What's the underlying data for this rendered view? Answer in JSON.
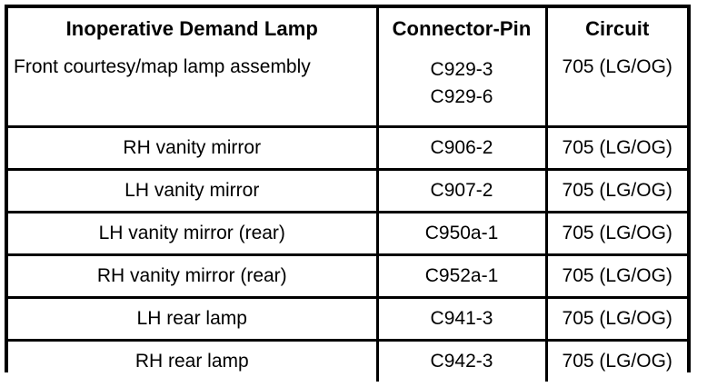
{
  "table": {
    "columns": [
      {
        "key": "description",
        "label": "Inoperative Demand Lamp"
      },
      {
        "key": "connector_pin",
        "label": "Connector-Pin"
      },
      {
        "key": "circuit",
        "label": "Circuit"
      }
    ],
    "rows": [
      {
        "description": "Front courtesy/map lamp assembly",
        "connector_pin": "C929-3\nC929-6",
        "connector_pin_lines": [
          "C929-3",
          "C929-6"
        ],
        "circuit": "705 (LG/OG)"
      },
      {
        "description": "RH vanity mirror",
        "connector_pin": "C906-2",
        "circuit": "705 (LG/OG)"
      },
      {
        "description": "LH vanity mirror",
        "connector_pin": "C907-2",
        "circuit": "705 (LG/OG)"
      },
      {
        "description": "LH vanity mirror (rear)",
        "connector_pin": "C950a-1",
        "circuit": "705 (LG/OG)"
      },
      {
        "description": "RH vanity mirror (rear)",
        "connector_pin": "C952a-1",
        "circuit": "705 (LG/OG)"
      },
      {
        "description": "LH rear lamp",
        "connector_pin": "C941-3",
        "circuit": "705 (LG/OG)"
      },
      {
        "description": "RH rear lamp",
        "connector_pin": "C942-3",
        "circuit": "705 (LG/OG)"
      }
    ]
  },
  "colors": {
    "border": "#000000",
    "text": "#000000",
    "background": "#ffffff"
  }
}
